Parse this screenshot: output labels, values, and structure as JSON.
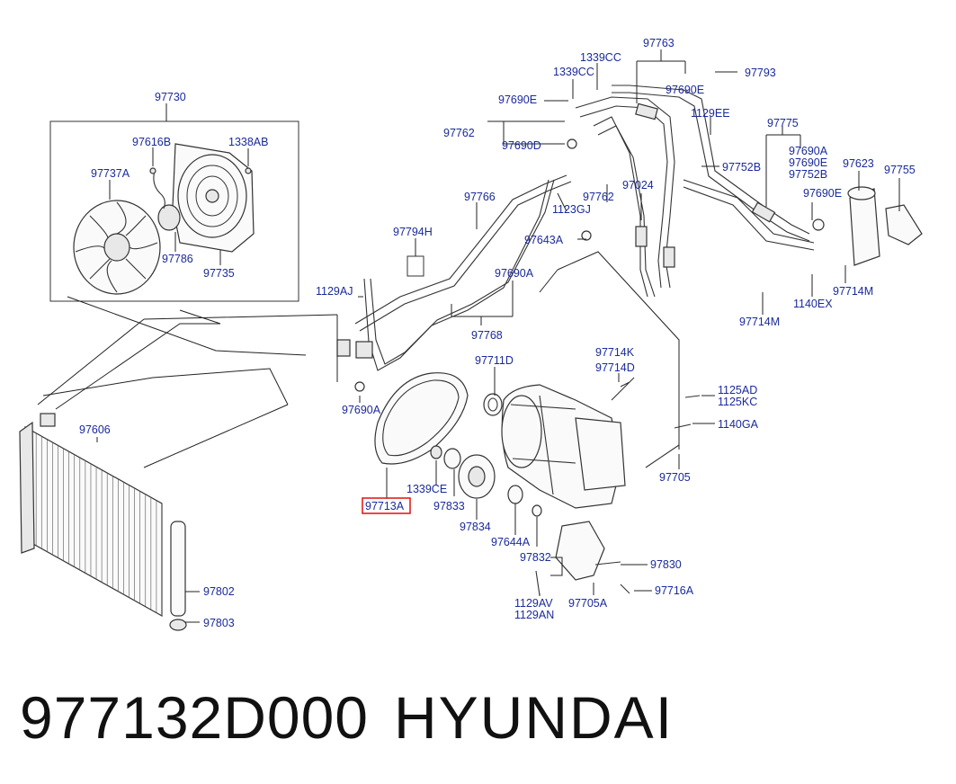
{
  "highlight_color": "#e0201d",
  "label_color": "#1a2a9c",
  "footer": {
    "part_number": "977132D000",
    "brand": "HYUNDAI"
  },
  "labels": {
    "l97763": "97763",
    "l1339CC_a": "1339CC",
    "l1339CC_b": "1339CC",
    "l97793": "97793",
    "l97690E_a": "97690E",
    "l97690E_b": "97690E",
    "l1129EE": "1129EE",
    "l97762_a": "97762",
    "l97690D": "97690D",
    "l97775": "97775",
    "l97730": "97730",
    "l97616B": "97616B",
    "l1338AB": "1338AB",
    "l97737A": "97737A",
    "l97786": "97786",
    "l97735": "97735",
    "l97752B_a": "97752B",
    "l97690A_a": "97690A",
    "l97690E_c": "97690E",
    "l97752B_b": "97752B",
    "l97623": "97623",
    "l97755": "97755",
    "l97766": "97766",
    "l97762_b": "97762",
    "l97024": "97024",
    "l1123GJ": "1123GJ",
    "l97690E_d": "97690E",
    "l97643A": "97643A",
    "l97794H": "97794H",
    "l97690A_b": "97690A",
    "l1129AJ": "1129AJ",
    "l97768": "97768",
    "l97714M_a": "97714M",
    "l1140EX": "1140EX",
    "l97714M_b": "97714M",
    "l97711D": "97711D",
    "l97714K": "97714K",
    "l97714D": "97714D",
    "l1125AD": "1125AD",
    "l1125KC": "1125KC",
    "l97690A_c": "97690A",
    "l1140GA": "1140GA",
    "l97606": "97606",
    "l97705": "97705",
    "l1339CE": "1339CE",
    "l97713A": "97713A",
    "l97833": "97833",
    "l97834": "97834",
    "l97644A": "97644A",
    "l97832": "97832",
    "l97830": "97830",
    "l97802": "97802",
    "l97705A": "97705A",
    "l97716A": "97716A",
    "l1129AV": "1129AV",
    "l1129AN": "1129AN",
    "l97803": "97803"
  }
}
